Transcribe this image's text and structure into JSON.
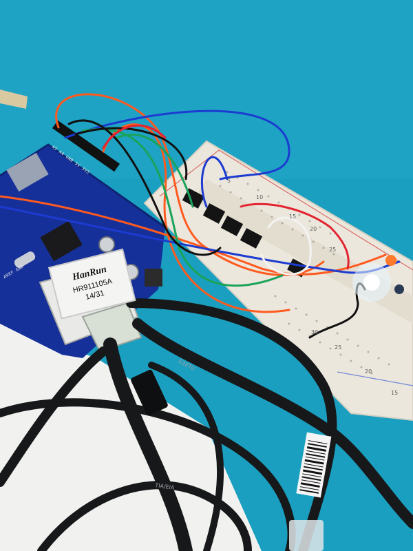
{
  "photo": {
    "subject": "Arduino Ethernet shield wired to breadboard with LEDs",
    "colors": {
      "background_fabric": "#1b9fc0",
      "board": "#16309a",
      "breadboard": "#ece7dc",
      "cable": "#17181a",
      "wire_orange": "#ff5a1f",
      "wire_blue": "#1c3bd0",
      "wire_green": "#19a35a",
      "wire_black": "#111111",
      "wire_white": "#f3f3f3",
      "wire_red": "#e22430",
      "led_glow": "#e8f6ff"
    }
  },
  "jack_label": {
    "brand": "HanRun",
    "model": "HR911105A",
    "date": "14/31"
  },
  "board_labels": {
    "pins_top": "A5 A4 GND 5V 3V3",
    "left_edge": "AREF GND"
  },
  "breadboard": {
    "column_numbers": [
      "5",
      "10",
      "15",
      "20",
      "25",
      "30",
      "25",
      "20",
      "15"
    ]
  },
  "cable_print": {
    "text_a": "E2ETU",
    "text_b": "TIA/EIA"
  }
}
